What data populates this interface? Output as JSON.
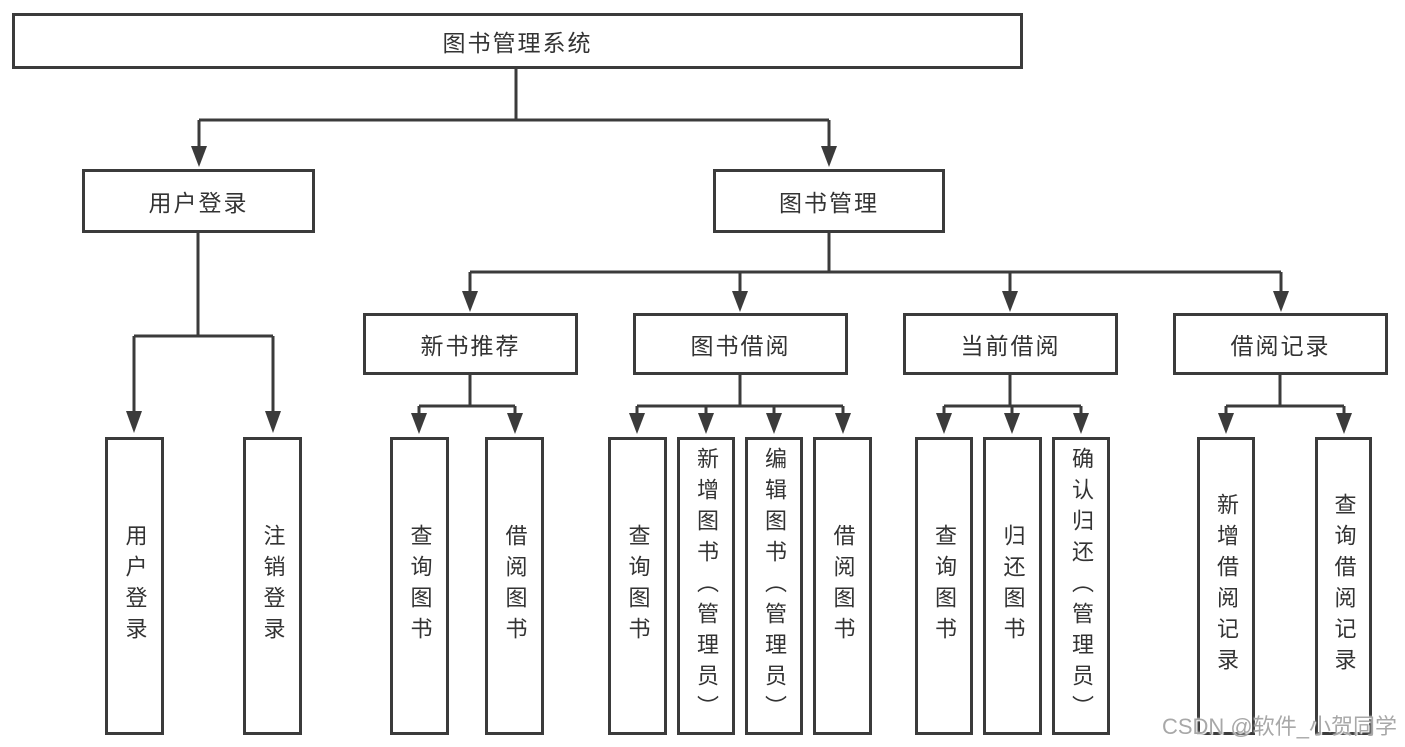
{
  "tree": {
    "root": {
      "label": "图书管理系统"
    },
    "branches": [
      {
        "label": "用户登录",
        "children": [
          {
            "label": "用户登录"
          },
          {
            "label": "注销登录"
          }
        ]
      },
      {
        "label": "图书管理",
        "children": [
          {
            "label": "新书推荐",
            "children": [
              {
                "label": "查询图书"
              },
              {
                "label": "借阅图书"
              }
            ]
          },
          {
            "label": "图书借阅",
            "children": [
              {
                "label": "查询图书"
              },
              {
                "label": "新增图书（管理员）"
              },
              {
                "label": "编辑图书（管理员）"
              },
              {
                "label": "借阅图书"
              }
            ]
          },
          {
            "label": "当前借阅",
            "children": [
              {
                "label": "查询图书"
              },
              {
                "label": "归还图书"
              },
              {
                "label": "确认归还（管理员）"
              }
            ]
          },
          {
            "label": "借阅记录",
            "children": [
              {
                "label": "新增借阅记录"
              },
              {
                "label": "查询借阅记录"
              }
            ]
          }
        ]
      }
    ]
  },
  "watermark": {
    "text": "CSDN @软件_小贺同学",
    "color": "#a8a8a8"
  },
  "colors": {
    "line": "#3b3b3b",
    "text": "#333333",
    "background": "#ffffff"
  }
}
